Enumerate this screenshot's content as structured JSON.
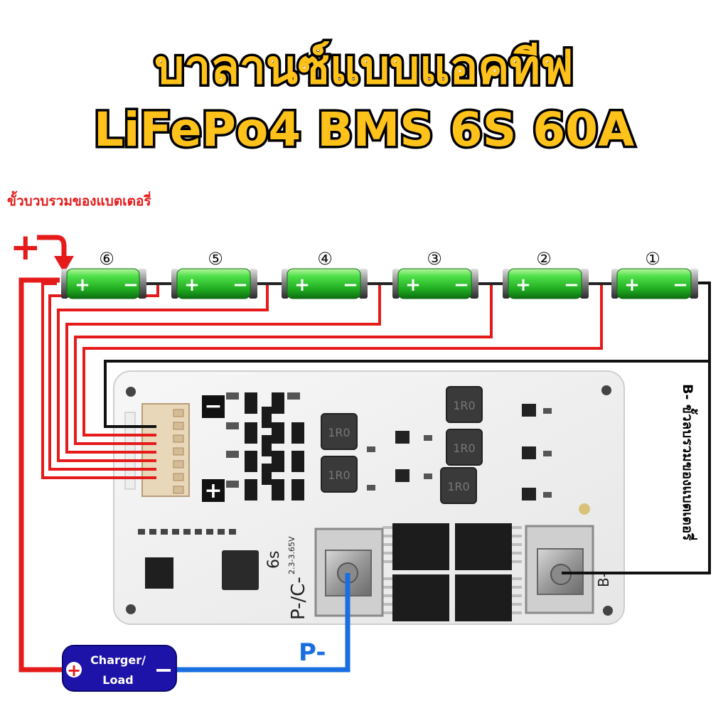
{
  "title": {
    "line1": "บาลานซ์แบบแอคทีฟ",
    "line2": "LiFePo4 BMS 6S 60A"
  },
  "labels": {
    "battery_positive": "ขั้วบวบรวมของแบตเตอรี่",
    "big_plus": "+",
    "b_minus": "B- ขั้วลบรวมของแบตเตอรี่",
    "p_minus": "P-",
    "charger_line1": "Charger/",
    "charger_line2": "Load",
    "charger_plus": "+",
    "charger_minus": "−"
  },
  "cells": [
    {
      "number": "⑥",
      "plus": "+",
      "minus": "−"
    },
    {
      "number": "⑤",
      "plus": "+",
      "minus": "−"
    },
    {
      "number": "④",
      "plus": "+",
      "minus": "−"
    },
    {
      "number": "③",
      "plus": "+",
      "minus": "−"
    },
    {
      "number": "②",
      "plus": "+",
      "minus": "−"
    },
    {
      "number": "①",
      "plus": "+",
      "minus": "−"
    }
  ],
  "board": {
    "series": "6s",
    "voltage": "2.3-3.65V",
    "terminal_left": "P-/C-",
    "terminal_right": "B-",
    "inductor_label": "1R0",
    "silk_minus": "−",
    "silk_plus": "+"
  },
  "colors": {
    "title_fill": "#ffc21a",
    "red_wire": "#e51b1b",
    "black_wire": "#111111",
    "blue_wire": "#1a6fe0",
    "cell_green": "#2fcf2f",
    "charger_box": "#1e13a8"
  }
}
